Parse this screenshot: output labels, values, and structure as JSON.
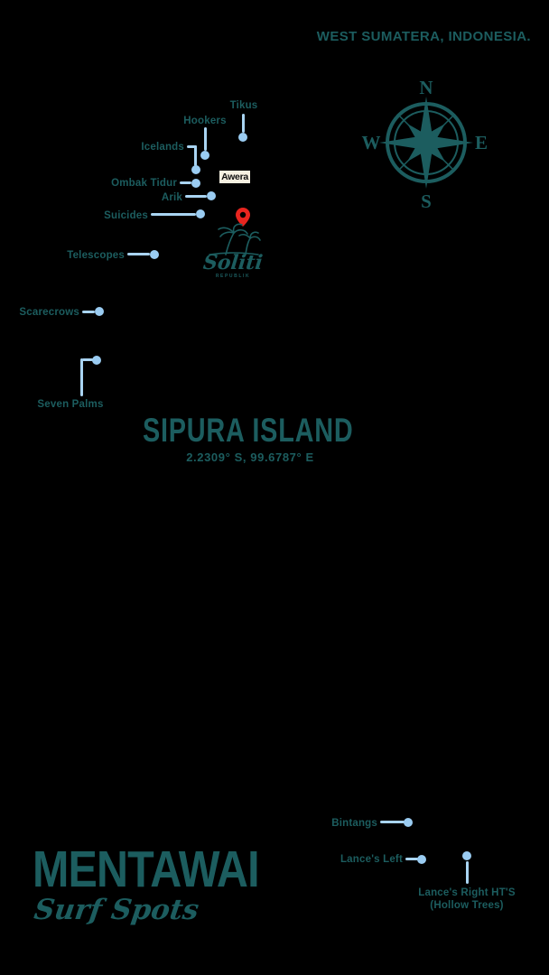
{
  "colors": {
    "teal": "#1c5d5f",
    "light_blue": "#a9d4f2",
    "dot_blue": "#9accf2",
    "red": "#e8251f",
    "cream": "#f6f0e1",
    "bg": "#000000"
  },
  "header": {
    "region_label": "WEST SUMATERA, INDONESIA."
  },
  "compass": {
    "north": "N",
    "east": "E",
    "south": "S",
    "west": "W"
  },
  "island": {
    "name": "SIPURA ISLAND",
    "coordinates": "2.2309° S, 99.6787° E"
  },
  "landmarks": {
    "awera_label": "Awera",
    "resort_name": "Soliti",
    "resort_subtext": "REPUBLIK"
  },
  "footer": {
    "title": "MENTAWAI",
    "subtitle": "Surf Spots"
  },
  "spots": [
    {
      "name": "Tikus"
    },
    {
      "name": "Hookers"
    },
    {
      "name": "Icelands"
    },
    {
      "name": "Ombak Tidur"
    },
    {
      "name": "Arik"
    },
    {
      "name": "Suicides"
    },
    {
      "name": "Telescopes"
    },
    {
      "name": "Scarecrows"
    },
    {
      "name": "Seven Palms"
    },
    {
      "name": "Bintangs"
    },
    {
      "name": "Lance's Left"
    },
    {
      "name": "Lance's Right HT'S",
      "sub": "(Hollow Trees)"
    }
  ]
}
